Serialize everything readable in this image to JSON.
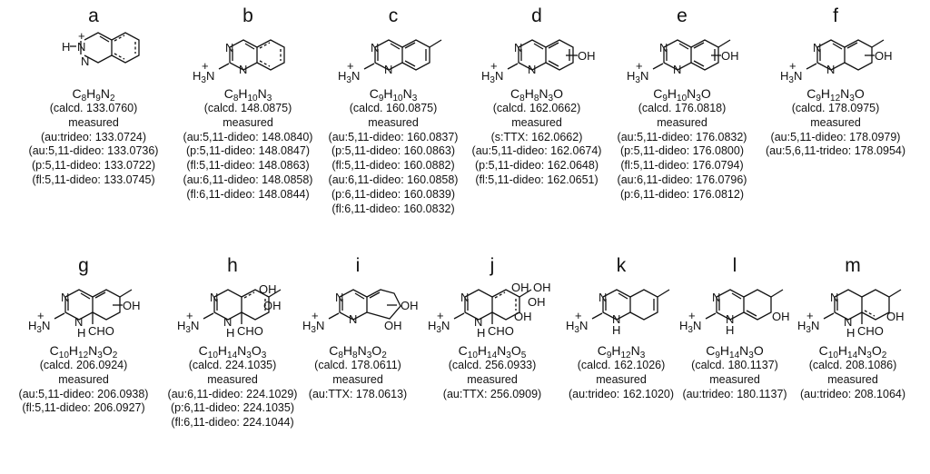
{
  "panels": [
    {
      "id": "a",
      "formula": [
        [
          "C",
          ""
        ],
        [
          "8",
          "s"
        ],
        [
          "H",
          ""
        ],
        [
          "9",
          "s"
        ],
        [
          "N",
          ""
        ],
        [
          "2",
          "s"
        ]
      ],
      "calcd": "(calcd. 133.0760)",
      "measured_label": "measured",
      "lines": [
        "(au:trideo: 133.0724)",
        "(au:5,11-dideo: 133.0736)",
        "(p:5,11-dideo: 133.0722)",
        "(fl:5,11-dideo: 133.0745)"
      ]
    },
    {
      "id": "b",
      "formula": [
        [
          "C",
          ""
        ],
        [
          "8",
          "s"
        ],
        [
          "H",
          ""
        ],
        [
          "10",
          "s"
        ],
        [
          "N",
          ""
        ],
        [
          "3",
          "s"
        ]
      ],
      "calcd": "(calcd. 148.0875)",
      "measured_label": "measured",
      "lines": [
        "(au:5,11-dideo: 148.0840)",
        "(p:5,11-dideo: 148.0847)",
        "(fl:5,11-dideo: 148.0863)",
        "(au:6,11-dideo: 148.0858)",
        "(fl:6,11-dideo: 148.0844)"
      ]
    },
    {
      "id": "c",
      "formula": [
        [
          "C",
          ""
        ],
        [
          "9",
          "s"
        ],
        [
          "H",
          ""
        ],
        [
          "10",
          "s"
        ],
        [
          "N",
          ""
        ],
        [
          "3",
          "s"
        ]
      ],
      "calcd": "(calcd. 160.0875)",
      "measured_label": "measured",
      "lines": [
        "(au:5,11-dideo: 160.0837)",
        "(p:5,11-dideo: 160.0863)",
        "(fl:5,11-dideo: 160.0882)",
        "(au:6,11-dideo: 160.0858)",
        "(p:6,11-dideo: 160.0839)",
        "(fl:6,11-dideo: 160.0832)"
      ]
    },
    {
      "id": "d",
      "formula": [
        [
          "C",
          ""
        ],
        [
          "8",
          "s"
        ],
        [
          "H",
          ""
        ],
        [
          "8",
          "s"
        ],
        [
          "N",
          ""
        ],
        [
          "3",
          "s"
        ],
        [
          "O",
          ""
        ]
      ],
      "calcd": "(calcd. 162.0662)",
      "measured_label": "measured",
      "lines": [
        "(s:TTX: 162.0662)",
        "(au:5,11-dideo: 162.0674)",
        "(p:5,11-dideo: 162.0648)",
        "(fl:5,11-dideo: 162.0651)"
      ]
    },
    {
      "id": "e",
      "formula": [
        [
          "C",
          ""
        ],
        [
          "9",
          "s"
        ],
        [
          "H",
          ""
        ],
        [
          "10",
          "s"
        ],
        [
          "N",
          ""
        ],
        [
          "3",
          "s"
        ],
        [
          "O",
          ""
        ]
      ],
      "calcd": "(calcd. 176.0818)",
      "measured_label": "measured",
      "lines": [
        "(au:5,11-dideo: 176.0832)",
        "(p:5,11-dideo: 176.0800)",
        "(fl:5,11-dideo: 176.0794)",
        "(au:6,11-dideo: 176.0796)",
        "(p:6,11-dideo: 176.0812)"
      ]
    },
    {
      "id": "f",
      "formula": [
        [
          "C",
          ""
        ],
        [
          "9",
          "s"
        ],
        [
          "H",
          ""
        ],
        [
          "12",
          "s"
        ],
        [
          "N",
          ""
        ],
        [
          "3",
          "s"
        ],
        [
          "O",
          ""
        ]
      ],
      "calcd": "(calcd. 178.0975)",
      "measured_label": "measured",
      "lines": [
        "(au:5,11-dideo: 178.0979)",
        "(au:5,6,11-trideo: 178.0954)"
      ]
    },
    {
      "id": "g",
      "formula": [
        [
          "C",
          ""
        ],
        [
          "10",
          "s"
        ],
        [
          "H",
          ""
        ],
        [
          "12",
          "s"
        ],
        [
          "N",
          ""
        ],
        [
          "3",
          "s"
        ],
        [
          "O",
          ""
        ],
        [
          "2",
          "s"
        ]
      ],
      "calcd": "(calcd. 206.0924)",
      "measured_label": "measured",
      "lines": [
        "(au:5,11-dideo: 206.0938)",
        "(fl:5,11-dideo: 206.0927)"
      ]
    },
    {
      "id": "h",
      "formula": [
        [
          "C",
          ""
        ],
        [
          "10",
          "s"
        ],
        [
          "H",
          ""
        ],
        [
          "14",
          "s"
        ],
        [
          "N",
          ""
        ],
        [
          "3",
          "s"
        ],
        [
          "O",
          ""
        ],
        [
          "3",
          "s"
        ]
      ],
      "calcd": "(calcd. 224.1035)",
      "measured_label": "measured",
      "lines": [
        "(au:6,11-dideo: 224.1029)",
        "(p:6,11-dideo: 224.1035)",
        "(fl:6,11-dideo: 224.1044)"
      ]
    },
    {
      "id": "i",
      "formula": [
        [
          "C",
          ""
        ],
        [
          "8",
          "s"
        ],
        [
          "H",
          ""
        ],
        [
          "8",
          "s"
        ],
        [
          "N",
          ""
        ],
        [
          "3",
          "s"
        ],
        [
          "O",
          ""
        ],
        [
          "2",
          "s"
        ]
      ],
      "calcd": "(calcd. 178.0611)",
      "measured_label": "measured",
      "lines": [
        "(au:TTX: 178.0613)"
      ]
    },
    {
      "id": "j",
      "formula": [
        [
          "C",
          ""
        ],
        [
          "10",
          "s"
        ],
        [
          "H",
          ""
        ],
        [
          "14",
          "s"
        ],
        [
          "N",
          ""
        ],
        [
          "3",
          "s"
        ],
        [
          "O",
          ""
        ],
        [
          "5",
          "s"
        ]
      ],
      "calcd": "(calcd. 256.0933)",
      "measured_label": "measured",
      "lines": [
        "(au:TTX: 256.0909)"
      ]
    },
    {
      "id": "k",
      "formula": [
        [
          "C",
          ""
        ],
        [
          "9",
          "s"
        ],
        [
          "H",
          ""
        ],
        [
          "12",
          "s"
        ],
        [
          "N",
          ""
        ],
        [
          "3",
          "s"
        ]
      ],
      "calcd": "(calcd. 162.1026)",
      "measured_label": "measured",
      "lines": [
        "(au:trideo: 162.1020)"
      ]
    },
    {
      "id": "l",
      "formula": [
        [
          "C",
          ""
        ],
        [
          "9",
          "s"
        ],
        [
          "H",
          ""
        ],
        [
          "14",
          "s"
        ],
        [
          "N",
          ""
        ],
        [
          "3",
          "s"
        ],
        [
          "O",
          ""
        ]
      ],
      "calcd": "(calcd. 180.1137)",
      "measured_label": "measured",
      "lines": [
        "(au:trideo: 180.1137)"
      ]
    },
    {
      "id": "m",
      "formula": [
        [
          "C",
          ""
        ],
        [
          "10",
          "s"
        ],
        [
          "H",
          ""
        ],
        [
          "14",
          "s"
        ],
        [
          "N",
          ""
        ],
        [
          "3",
          "s"
        ],
        [
          "O",
          ""
        ],
        [
          "2",
          "s"
        ]
      ],
      "calcd": "(calcd. 208.1086)",
      "measured_label": "measured",
      "lines": [
        "(au:trideo: 208.1064)"
      ]
    }
  ],
  "atoms": {
    "N": "N",
    "H": "H",
    "plus": "+",
    "H3N": "H",
    "three": "3",
    "OH": "OH",
    "CHO": "CHO",
    "H3N_N": "N"
  }
}
